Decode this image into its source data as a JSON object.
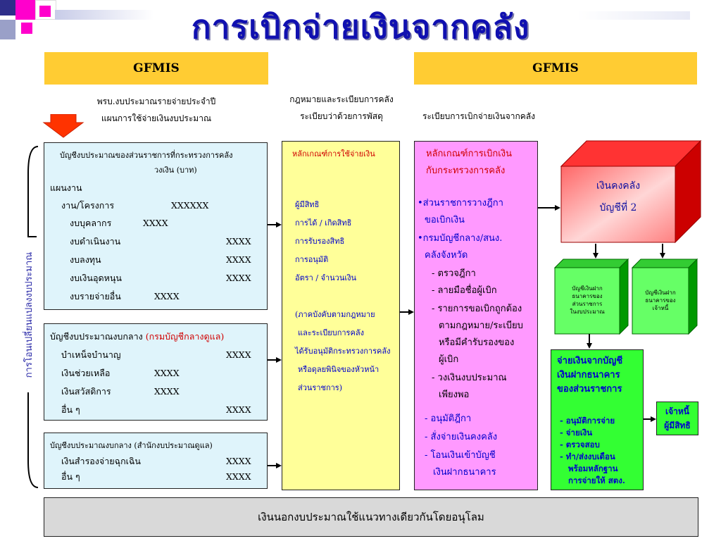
{
  "title": "การเบิกจ่ายเงินจากคลัง",
  "gfmis_left": "GFMIS",
  "gfmis_right": "GFMIS",
  "caption_left_1": "พรบ.งบประมาณรายจ่ายประจำปี",
  "caption_left_2": "แผนการใช้จ่ายเงินงบประมาณ",
  "caption_mid_1": "กฎหมายและระเบียบการคลัง",
  "caption_mid_2": "ระเบียบว่าด้วยการพัสดุ",
  "caption_right": "ระเบียบการเบิกจ่ายเงินจากคลัง",
  "side_label": "การโอนเปลี่ยนแปลงงบประมาณ",
  "box1": {
    "header": "บัญชีงบประมาณของส่วนราชการที่กระทรวงการคลัง",
    "unit": "วงเงิน (บาท)",
    "plan": "แผนงาน",
    "project": "งาน/โครงการ",
    "project_val": "XXXXXX",
    "personnel": "งบบุคลากร",
    "personnel_val": "XXXX",
    "operation": "งบดำเนินงาน",
    "operation_val": "XXXX",
    "investment": "งบลงทุน",
    "investment_val": "XXXX",
    "subsidy": "งบเงินอุดหนุน",
    "subsidy_val": "XXXX",
    "other": "งบรายจ่ายอื่น",
    "other_val": "XXXX"
  },
  "box2": {
    "header": "บัญชีงบประมาณงบกลาง",
    "header_red": "(กรมบัญชีกลางดูแล)",
    "pension": "บำเหน็จบำนาญ",
    "pension_val": "XXXX",
    "aid": "เงินช่วยเหลือ",
    "aid_val": "XXXX",
    "welfare": "เงินสวัสดิการ",
    "welfare_val": "XXXX",
    "misc": "อื่น ๆ",
    "misc_val": "XXXX"
  },
  "box3": {
    "header": "บัญชีงบประมาณงบกลาง (สำนักงบประมาณดูแล)",
    "reserve": "เงินสำรองจ่ายฉุกเฉิน",
    "reserve_val": "XXXX",
    "misc": "อื่น ๆ",
    "misc_val": "XXXX"
  },
  "yellow": {
    "header": "หลักเกณฑ์การใช้จ่ายเงิน",
    "l1": "ผู้มีสิทธิ",
    "l2": "การได้ / เกิดสิทธิ",
    "l3": "การรับรองสิทธิ",
    "l4": "การอนุมัติ",
    "l5": "อัตรา / จำนวนเงิน",
    "l6": "(ภาคบังคับตามกฎหมาย",
    "l7": "และระเบียบการคลัง",
    "l8": "ได้รับอนุมัติกระทรวงการคลัง",
    "l9": "หรือดุลยพินิจของหัวหน้า",
    "l10": "ส่วนราชการ)"
  },
  "pink": {
    "h1": "หลักเกณฑ์การเบิกเงิน",
    "h2": "กับกระทรวงการคลัง",
    "l1": "•ส่วนราชการวางฎีกา",
    "l2": "ขอเบิกเงิน",
    "l3": "•กรมบัญชีกลาง/สนง.",
    "l4": "คลังจังหวัด",
    "l5": "- ตรวจฎีกา",
    "l6": "- ลายมือชื่อผู้เบิก",
    "l7": "- รายการขอเบิกถูกต้อง",
    "l8": "ตามกฎหมาย/ระเบียบ",
    "l9": "หรือมีคำรับรองของ",
    "l10": "ผู้เบิก",
    "l11": "- วงเงินงบประมาณ",
    "l12": "เพียงพอ",
    "l13": "- อนุมัติฎีกา",
    "l14": "- สั่งจ่ายเงินคงคลัง",
    "l15": "- โอนเงินเข้าบัญชี",
    "l16": "เงินฝากธนาคาร"
  },
  "cube": {
    "l1": "เงินคงคลัง",
    "l2": "บัญชีที่ 2"
  },
  "gbox1": {
    "l1": "บัญชีเงินฝาก",
    "l2": "ธนาคารของ",
    "l3": "ส่วนราชการ",
    "l4": "ในงบประมาณ"
  },
  "gbox2": {
    "l1": "บัญชีเงินฝาก",
    "l2": "ธนาคารของ",
    "l3": "เจ้าหนี้"
  },
  "bigG": {
    "h1": "จ่ายเงินจากบัญชี",
    "h2": "เงินฝากธนาคาร",
    "h3": "ของส่วนราชการ",
    "l1": "- อนุมัติการจ่าย",
    "l2": "- จ่ายเงิน",
    "l3": "- ตรวจสอบ",
    "l4": "- ทำ/ส่งงบเดือน",
    "l5": "พร้อมหลักฐาน",
    "l6": "การจ่ายให้ สตง."
  },
  "creditor": {
    "l1": "เจ้าหนี้",
    "l2": "ผู้มีสิทธิ"
  },
  "bottom": "เงินนอกงบประมาณใช้แนวทางเดียวกันโดยอนุโลม"
}
